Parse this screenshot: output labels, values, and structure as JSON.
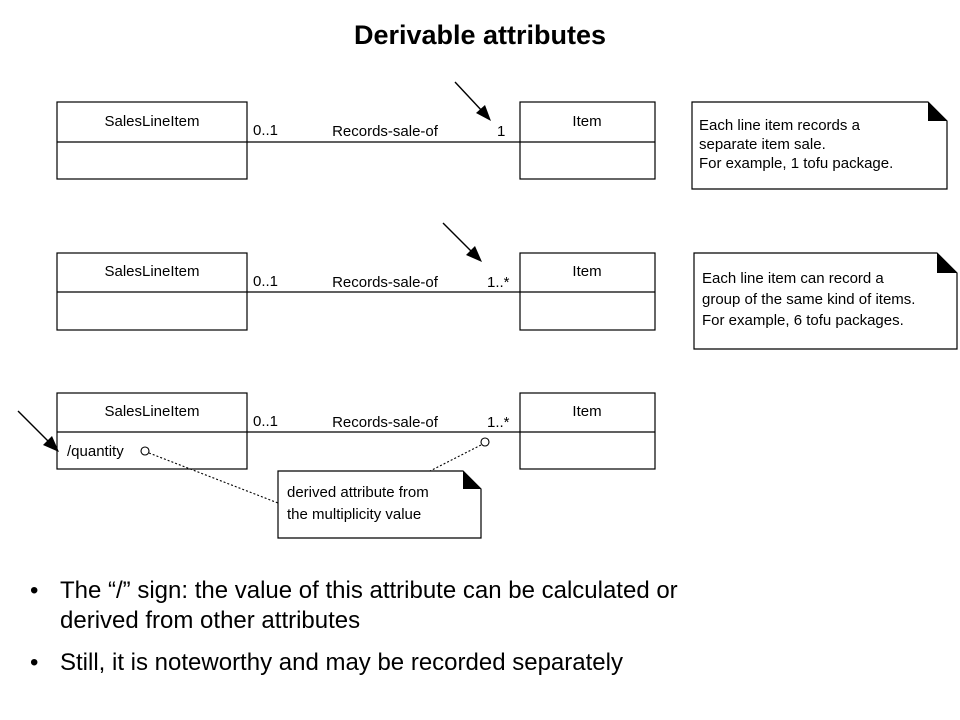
{
  "title": "Derivable attributes",
  "diagrams": [
    {
      "class_left": "SalesLineItem",
      "class_right": "Item",
      "assoc_label": "Records-sale-of",
      "mult_left": "0..1",
      "mult_right": "1",
      "note_lines": [
        "Each line item records a",
        "separate item sale.",
        "For example, 1 tofu package."
      ]
    },
    {
      "class_left": "SalesLineItem",
      "class_right": "Item",
      "assoc_label": "Records-sale-of",
      "mult_left": "0..1",
      "mult_right": "1..*",
      "note_lines": [
        "Each line item can record a",
        "group of the same kind of items.",
        "For example, 6 tofu packages."
      ]
    },
    {
      "class_left": "SalesLineItem",
      "class_right": "Item",
      "assoc_label": "Records-sale-of",
      "mult_left": "0..1",
      "mult_right": "1..*",
      "attribute": "/quantity",
      "note_lines": [
        "derived attribute from",
        "the multiplicity value"
      ]
    }
  ],
  "bullets": [
    {
      "line1": "The “/” sign: the value of this attribute can be calculated or",
      "line2": "derived from other attributes"
    },
    {
      "line1": "Still, it is noteworthy and may be recorded separately",
      "line2": ""
    }
  ]
}
